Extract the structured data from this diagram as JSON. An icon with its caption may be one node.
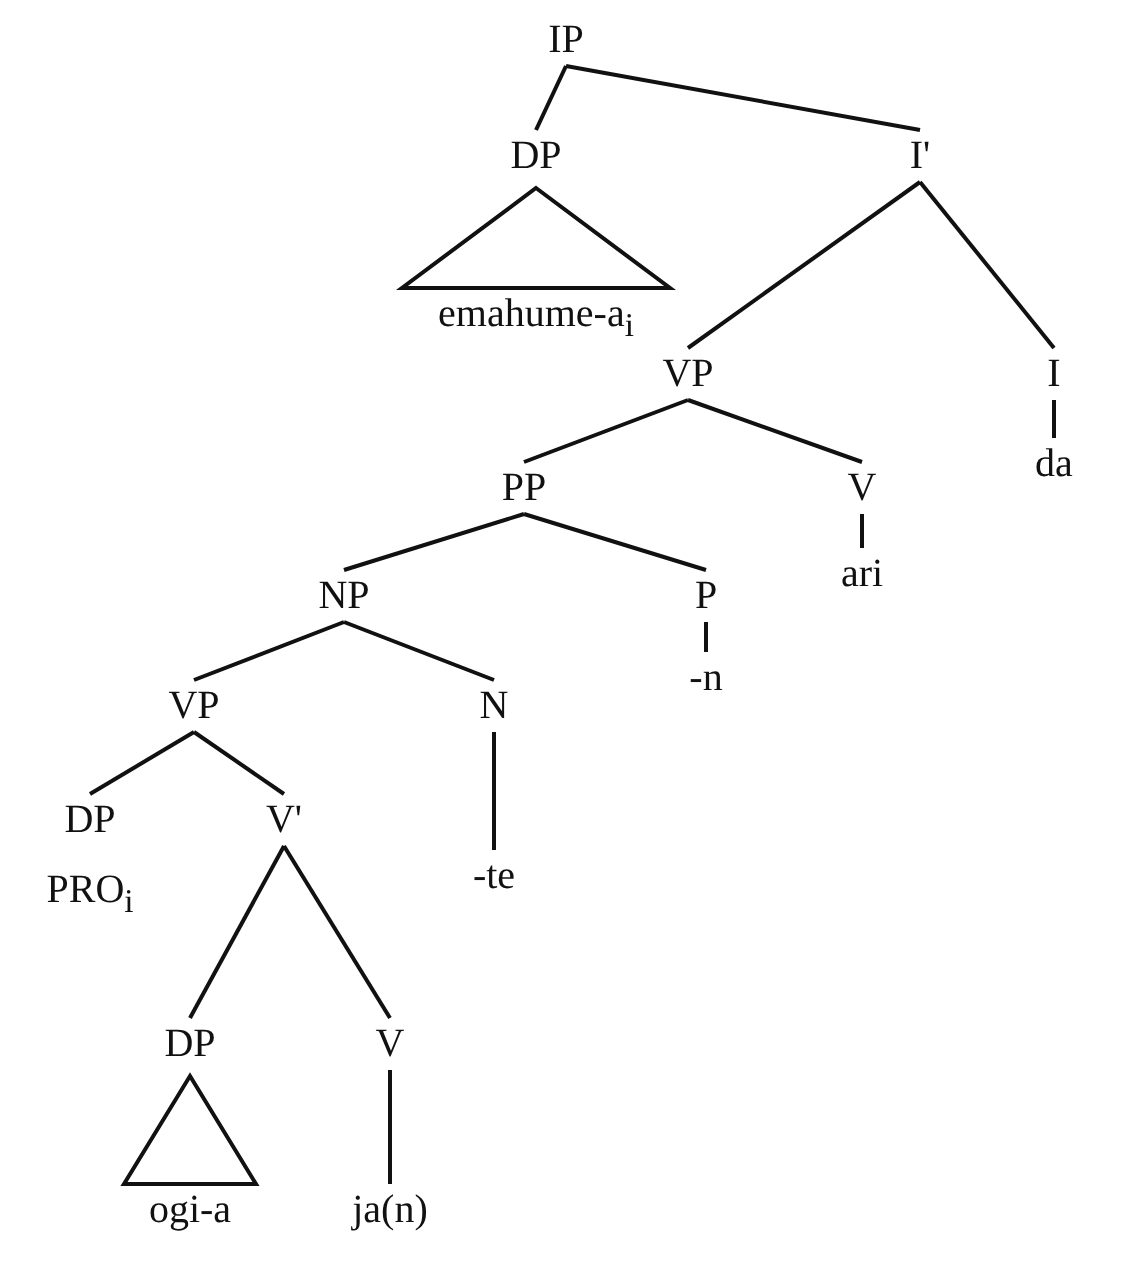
{
  "diagram": {
    "nodes": [
      {
        "text": [
          "IP"
        ]
      },
      {
        "text": [
          "DP"
        ]
      },
      {
        "text": [
          "I'"
        ]
      },
      {
        "text": [
          "emahume-a$_{i}$"
        ]
      },
      {
        "text": [
          "VP"
        ]
      },
      {
        "text": [
          "I"
        ]
      },
      {
        "text": [
          "da"
        ]
      },
      {
        "text": [
          "PP"
        ]
      },
      {
        "text": [
          "V"
        ]
      },
      {
        "text": [
          "NP"
        ]
      },
      {
        "text": [
          "P"
        ]
      },
      {
        "text": [
          "ari"
        ]
      },
      {
        "text": [
          "VP"
        ]
      },
      {
        "text": [
          "N"
        ]
      },
      {
        "text": [
          "-n"
        ]
      },
      {
        "text": [
          "DP"
        ],
        "beside": [
          "PRO$_{i}$"
        ]
      },
      {
        "text": [
          "V'"
        ]
      },
      {
        "text": [
          "-te"
        ]
      },
      {
        "text": [
          "DP"
        ]
      },
      {
        "text": [
          "V"
        ]
      },
      {
        "text": [
          "ogi-a"
        ]
      },
      {
        "text": [
          "ja(n)"
        ]
      }
    ],
    "edges": [
      {
        "from": 0,
        "to": 1,
        "arrow": "none"
      },
      {
        "from": 0,
        "to": 2,
        "arrow": "none"
      },
      {
        "from": 1,
        "to": 3,
        "arrow": "none"
      },
      {
        "from": 2,
        "to": 4,
        "arrow": "none"
      },
      {
        "from": 2,
        "to": 5,
        "arrow": "none"
      },
      {
        "from": 5,
        "to": 6,
        "arrow": "none"
      },
      {
        "from": 4,
        "to": 7,
        "arrow": "none"
      },
      {
        "from": 4,
        "to": 8,
        "arrow": "none"
      },
      {
        "from": 8,
        "to": 11,
        "arrow": "none"
      },
      {
        "from": 7,
        "to": 9,
        "arrow": "none"
      },
      {
        "from": 7,
        "to": 10,
        "arrow": "none"
      },
      {
        "from": 10,
        "to": 14,
        "arrow": "none"
      },
      {
        "from": 9,
        "to": 12,
        "arrow": "none"
      },
      {
        "from": 9,
        "to": 13,
        "arrow": "none"
      },
      {
        "from": 13,
        "to": 17,
        "arrow": "none"
      },
      {
        "from": 12,
        "to": 15,
        "arrow": "none"
      },
      {
        "from": 12,
        "to": 16,
        "arrow": "none"
      },
      {
        "from": 16,
        "to": 18,
        "arrow": "none"
      },
      {
        "from": 16,
        "to": 19,
        "arrow": "none"
      },
      {
        "from": 18,
        "to": 20,
        "arrow": "none"
      },
      {
        "from": 19,
        "to": 21,
        "arrow": "none"
      }
    ]
  }
}
